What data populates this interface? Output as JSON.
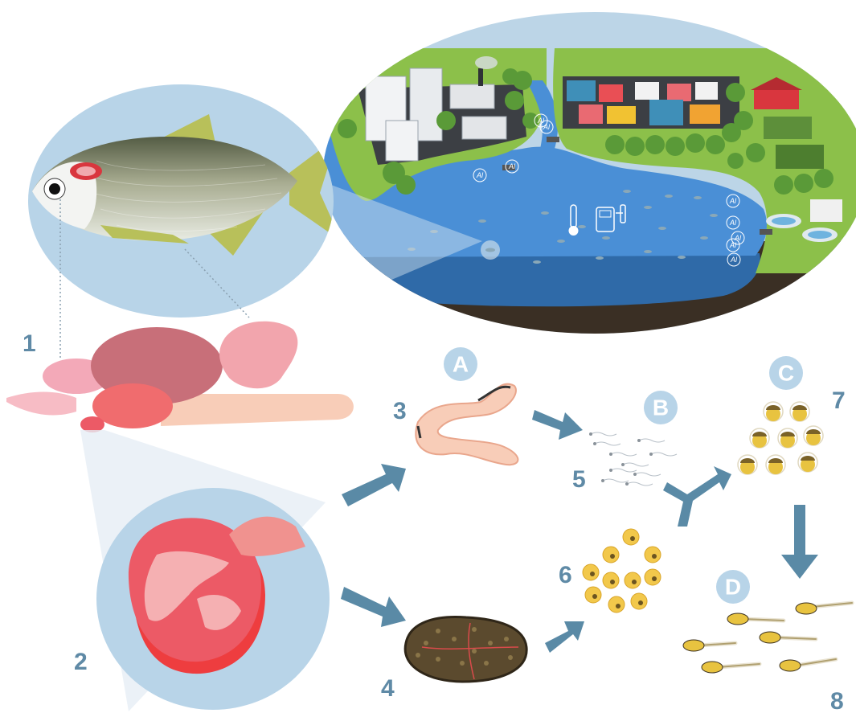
{
  "colors": {
    "water": "#4a8fd6",
    "deep_water": "#2f6aa8",
    "bubble": "#b8d4e8",
    "label": "#5f8aa6",
    "arrow": "#5a8aa6",
    "land": "#8cc04a",
    "soil": "#3a2f24"
  },
  "number_labels": [
    "1",
    "2",
    "3",
    "4",
    "5",
    "6",
    "7",
    "8"
  ],
  "stage_labels": [
    "A",
    "B",
    "C",
    "D"
  ],
  "pollutant_tag": "Al",
  "icons": [
    "thermometer-icon",
    "water-quality-meter-icon"
  ]
}
